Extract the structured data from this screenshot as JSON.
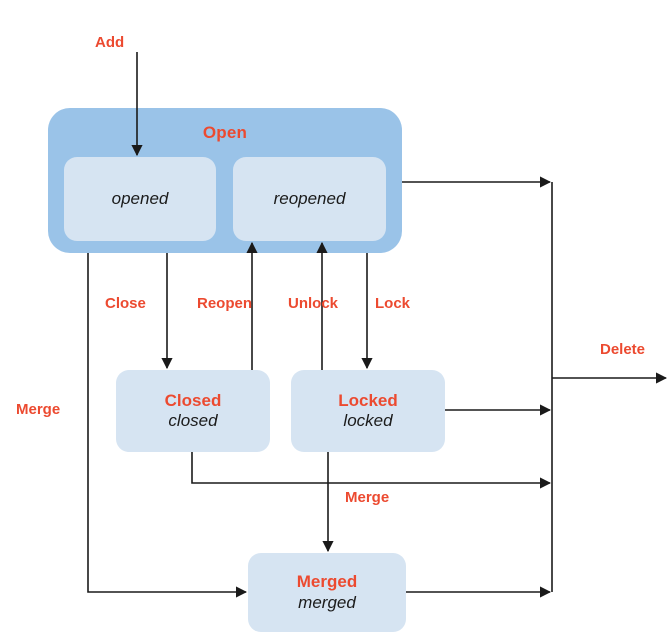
{
  "diagram": {
    "type": "state-transition-diagram",
    "colors": {
      "group_fill": "#9ac3e8",
      "node_fill": "#d6e4f2",
      "accent_red": "#ec4a30",
      "edge_stroke": "#1a1a1a",
      "italic_text": "#1b1b1b",
      "background": "#ffffff"
    },
    "groups": [
      {
        "id": "open-group",
        "title": "Open"
      }
    ],
    "nodes": [
      {
        "id": "opened",
        "title": "",
        "sub": "opened"
      },
      {
        "id": "reopened",
        "title": "",
        "sub": "reopened"
      },
      {
        "id": "closed",
        "title": "Closed",
        "sub": "closed"
      },
      {
        "id": "locked",
        "title": "Locked",
        "sub": "locked"
      },
      {
        "id": "merged",
        "title": "Merged",
        "sub": "merged"
      }
    ],
    "edges": [
      {
        "id": "add",
        "label": "Add",
        "from": "start",
        "to": "opened"
      },
      {
        "id": "close",
        "label": "Close",
        "from": "opened",
        "to": "closed"
      },
      {
        "id": "reopen",
        "label": "Reopen",
        "from": "closed",
        "to": "reopened"
      },
      {
        "id": "unlock",
        "label": "Unlock",
        "from": "locked",
        "to": "reopened"
      },
      {
        "id": "lock",
        "label": "Lock",
        "from": "reopened",
        "to": "locked"
      },
      {
        "id": "merge-left",
        "label": "Merge",
        "from": "opened",
        "to": "merged"
      },
      {
        "id": "merge-mid",
        "label": "Merge",
        "from": "closed",
        "to": "delete-bus"
      },
      {
        "id": "merge-lock",
        "label": "",
        "from": "locked",
        "to": "merged"
      },
      {
        "id": "delete",
        "label": "Delete",
        "from": "delete-bus",
        "to": "end"
      }
    ]
  }
}
